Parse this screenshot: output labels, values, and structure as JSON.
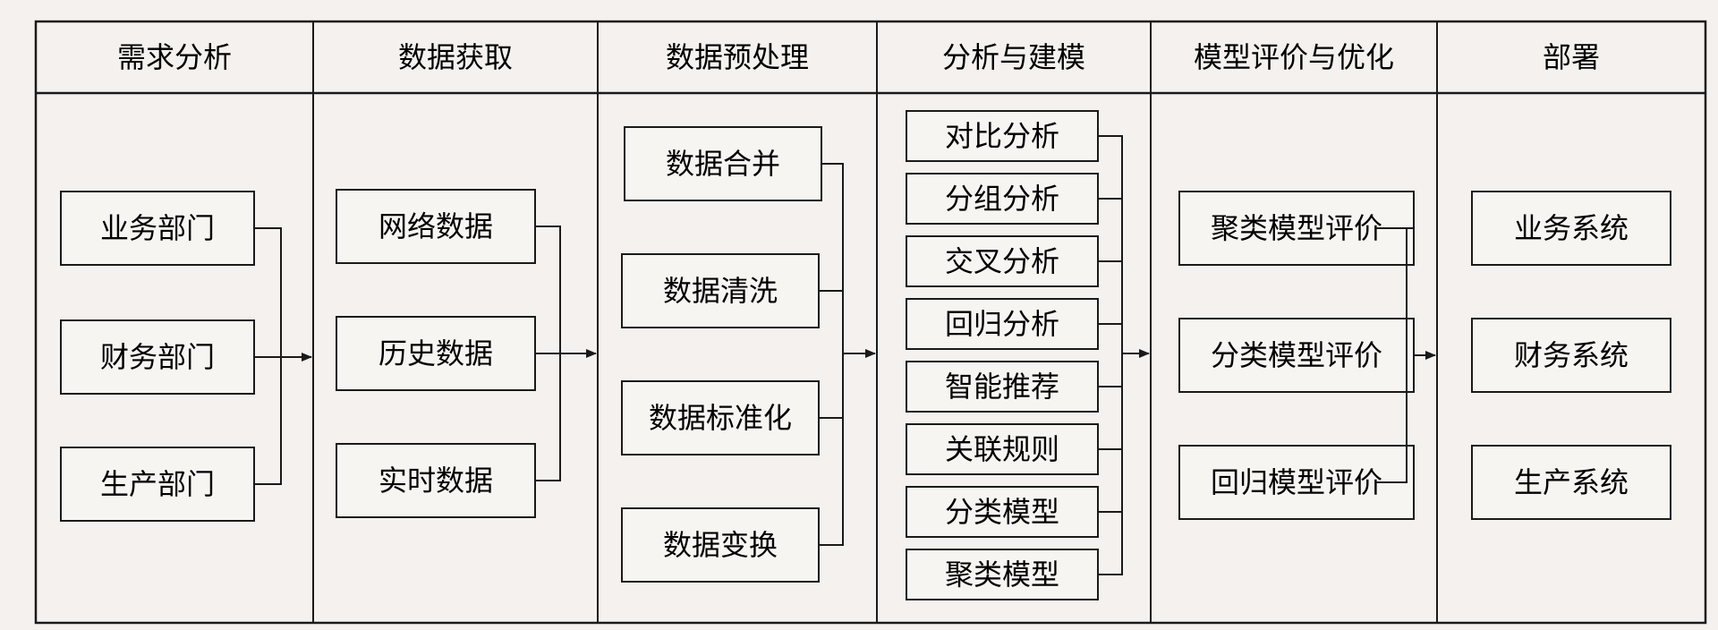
{
  "columns": [
    {
      "title": "需求分析",
      "items": [
        "业务部门",
        "财务部门",
        "生产部门"
      ]
    },
    {
      "title": "数据获取",
      "items": [
        "网络数据",
        "历史数据",
        "实时数据"
      ]
    },
    {
      "title": "数据预处理",
      "items": [
        "数据合并",
        "数据清洗",
        "数据标准化",
        "数据变换"
      ]
    },
    {
      "title": "分析与建模",
      "items": [
        "对比分析",
        "分组分析",
        "交叉分析",
        "回归分析",
        "智能推荐",
        "关联规则",
        "分类模型",
        "聚类模型"
      ]
    },
    {
      "title": "模型评价与优化",
      "items": [
        "聚类模型评价",
        "分类模型评价",
        "回归模型评价"
      ]
    },
    {
      "title": "部署",
      "items": [
        "业务系统",
        "财务系统",
        "生产系统"
      ]
    }
  ],
  "colors": {
    "line": "#1a1a1a",
    "background": "#f4f1ee",
    "box_fill": "#f7f5f2"
  }
}
